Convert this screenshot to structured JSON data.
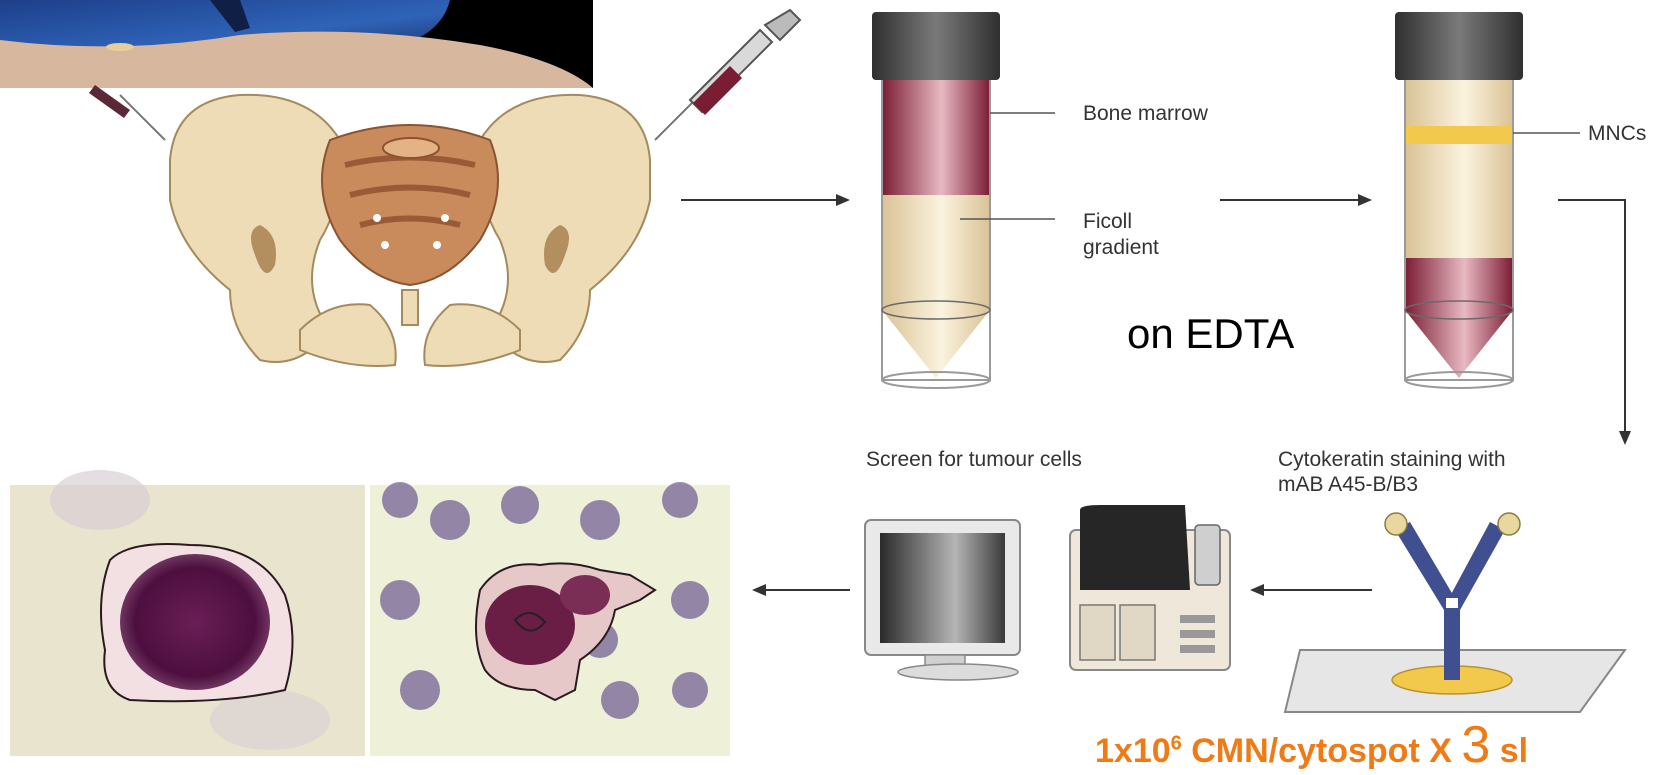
{
  "labels": {
    "bone_marrow": "Bone marrow",
    "ficoll_line1": "Ficoll",
    "ficoll_line2": "gradient",
    "mncs": "MNCs",
    "on_edta": "on EDTA",
    "screen": "Screen for tumour cells",
    "cytokeratin_line1": "Cytokeratin staining with",
    "cytokeratin_line2": "mAB A45-B/B3",
    "footer_prefix": "1x10",
    "footer_exp": "6",
    "footer_text": " CMN/cytospot X ",
    "footer_num": "3",
    "footer_tail": " sl"
  },
  "colors": {
    "bone": "#eddcb5",
    "sacrum": "#c98a5c",
    "blood": "#9a2842",
    "ficoll": "#efe0bd",
    "cap": "#4a4a4a",
    "orange": "#f07a16",
    "antibody": "#3f4f8f"
  }
}
